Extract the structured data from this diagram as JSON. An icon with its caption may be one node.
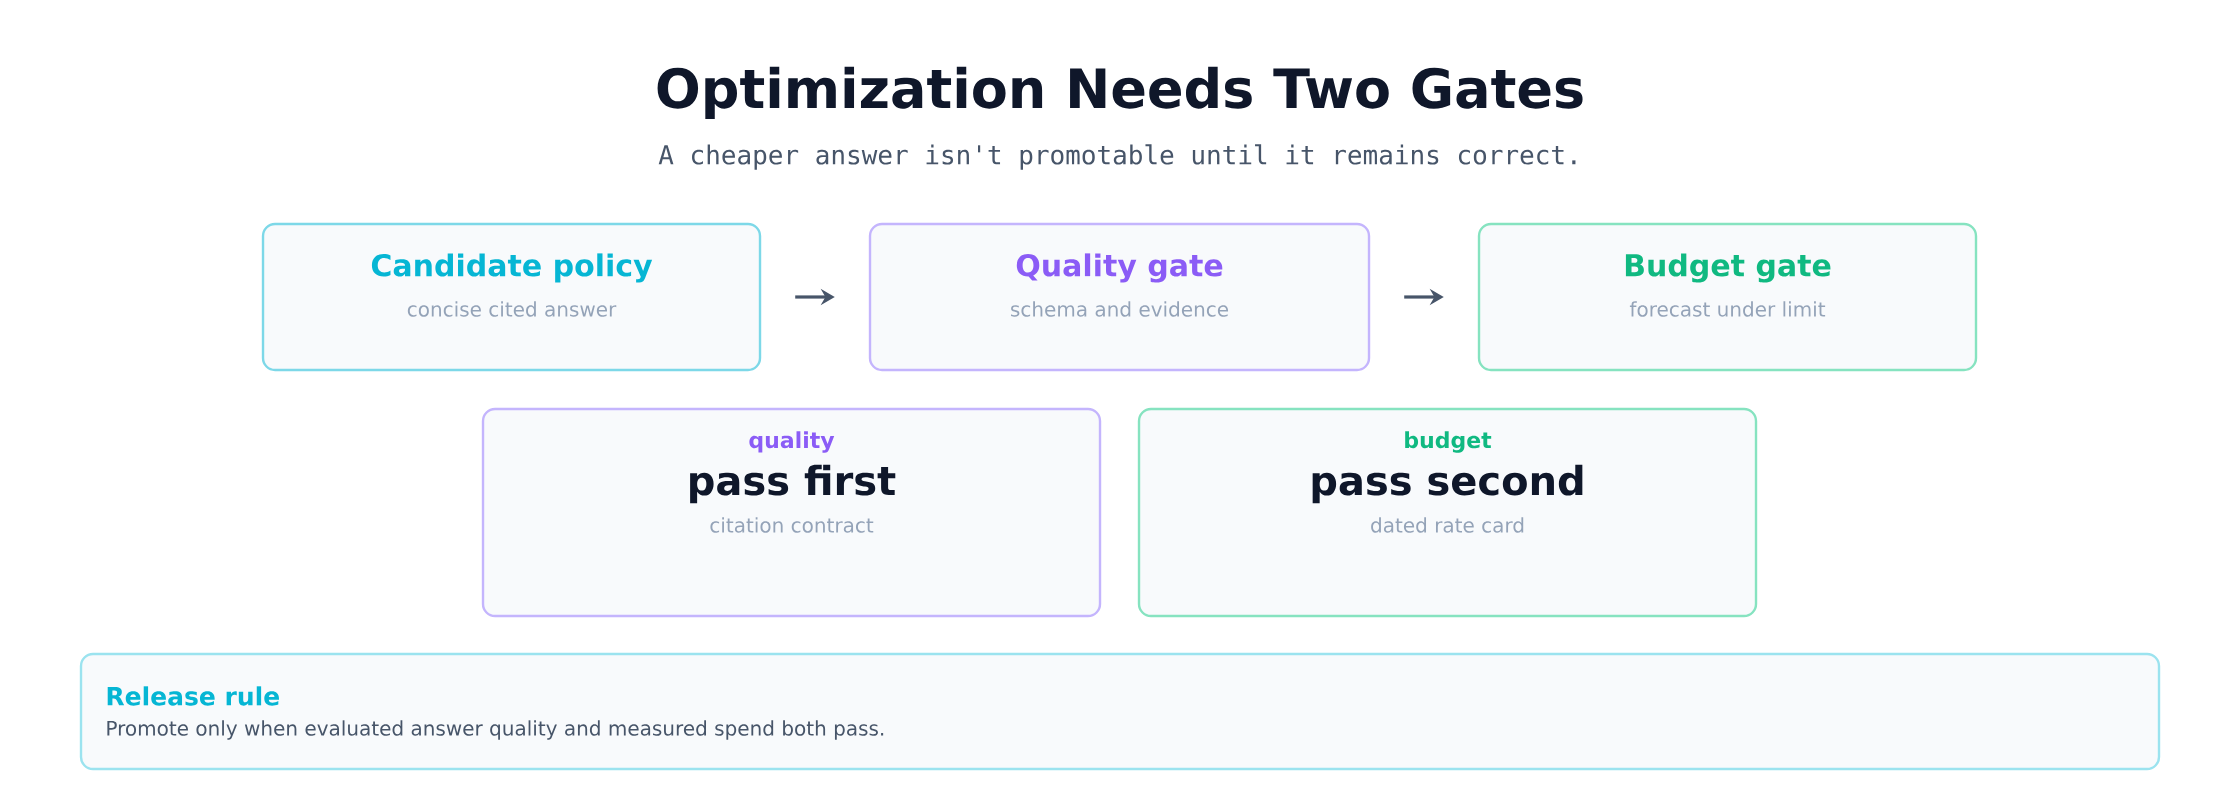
{
  "diagram": {
    "title": "Optimization Needs Two Gates",
    "caption": "A cheaper answer isn't promotable until it remains correct.",
    "nodes": [
      {
        "text": [
          "Candidate policy",
          "concise cited answer"
        ]
      },
      {
        "text": [
          "Quality gate",
          "schema and evidence"
        ]
      },
      {
        "text": [
          "Budget gate",
          "forecast under limit"
        ]
      },
      {
        "text": [
          "quality",
          "pass first",
          "citation contract"
        ]
      },
      {
        "text": [
          "budget",
          "pass second",
          "dated rate card"
        ]
      },
      {
        "text": [
          "Release rule",
          "Promote only when evaluated answer quality and measured spend both pass."
        ]
      }
    ],
    "edges": [
      {
        "from": 0,
        "to": 1,
        "arrow": "to"
      },
      {
        "from": 1,
        "to": 2,
        "arrow": "to"
      }
    ]
  }
}
